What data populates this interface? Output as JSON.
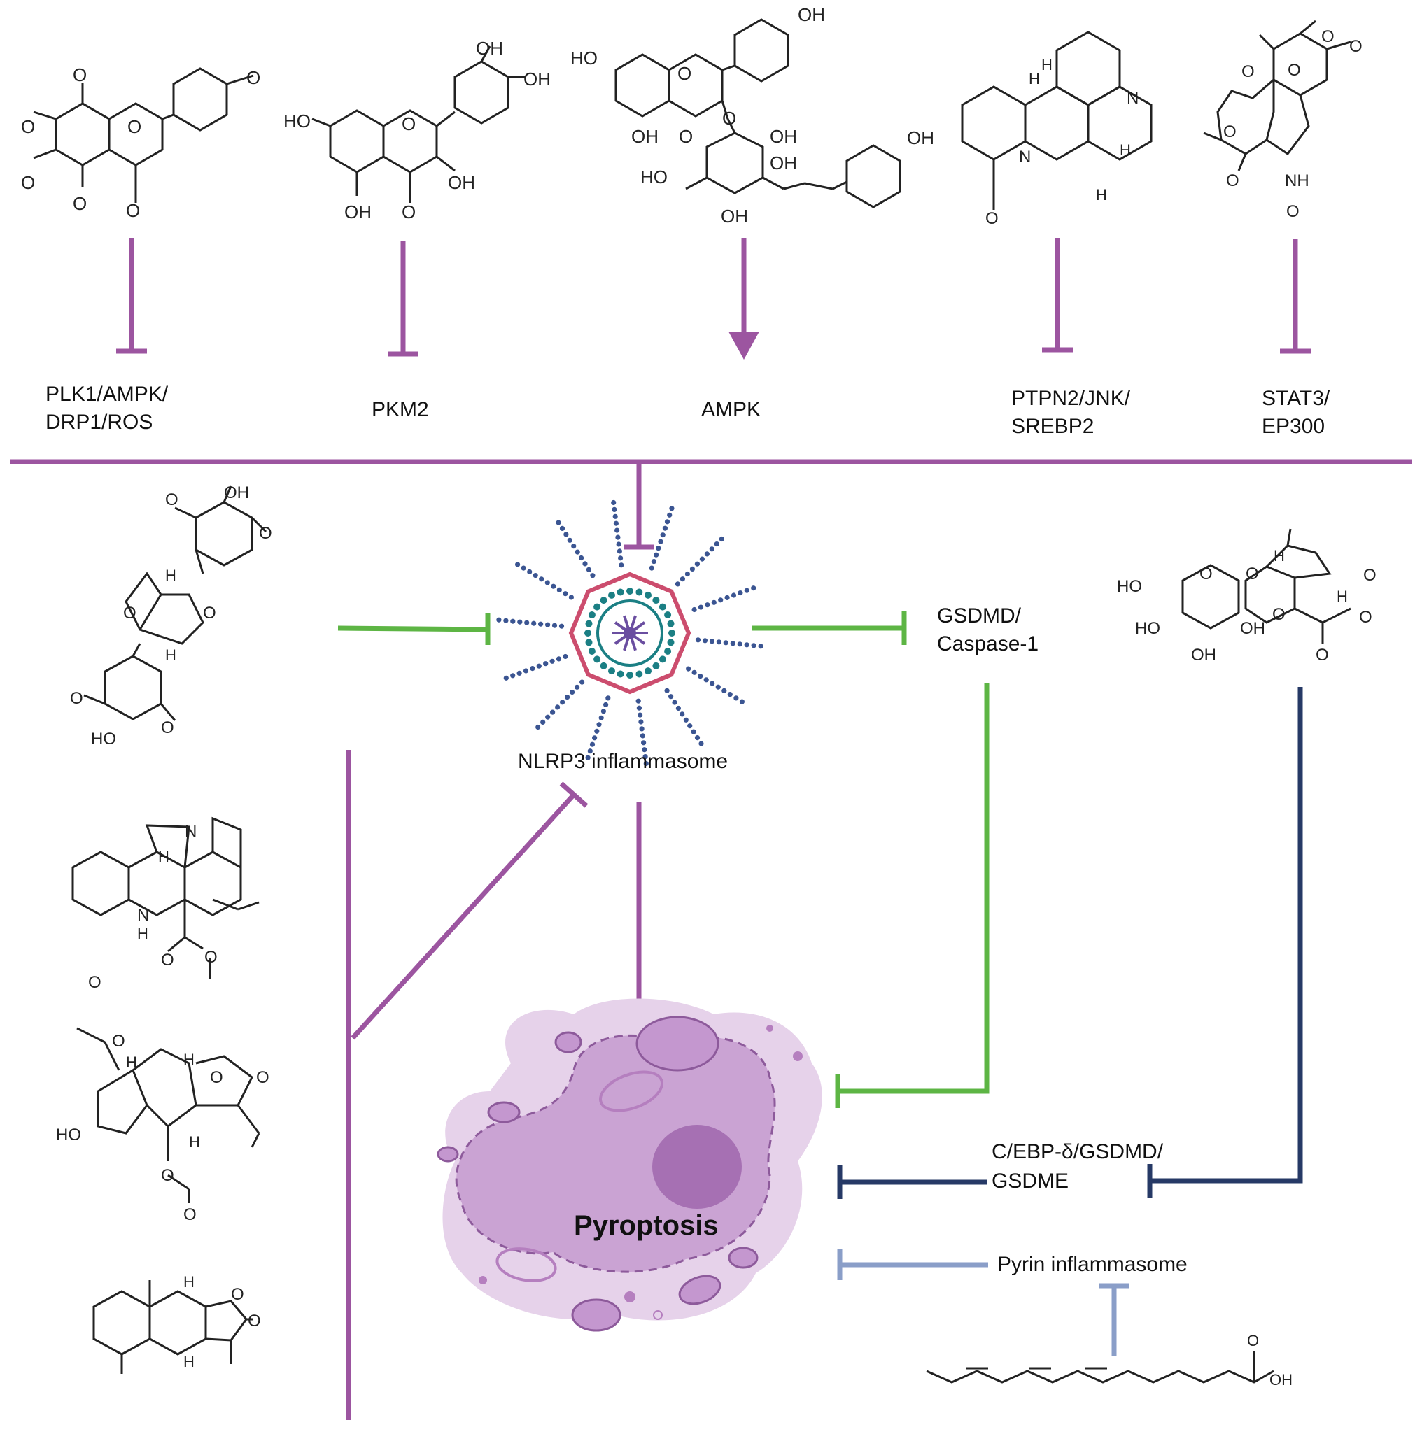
{
  "colors": {
    "purple": "#9c55a0",
    "green": "#5db544",
    "navy": "#263966",
    "lightblue": "#8a9ec8",
    "cell_fill": "#caa3d3",
    "cell_light": "#e6d2ea",
    "organelle": "#b57fbf",
    "inflammasome_outer": "#cc4d6e",
    "inflammasome_spokes": "#3b5592",
    "inflammasome_inner": "#1b7f84",
    "inflammasome_core": "#6a4ea0"
  },
  "top_targets": [
    {
      "line1": "PLK1/AMPK/",
      "line2": "DRP1/ROS",
      "effect": "inhibit"
    },
    {
      "line1": "PKM2",
      "line2": "",
      "effect": "inhibit"
    },
    {
      "line1": "AMPK",
      "line2": "",
      "effect": "activate"
    },
    {
      "line1": "PTPN2/JNK/",
      "line2": "SREBP2",
      "effect": "inhibit"
    },
    {
      "line1": "STAT3/",
      "line2": "EP300",
      "effect": "inhibit"
    }
  ],
  "nodes": {
    "nlrp3": "NLRP3 inflammasome",
    "gsdmd_line1": "GSDMD/",
    "gsdmd_line2": "Caspase-1",
    "cebp_line1": "C/EBP-δ/GSDMD/",
    "cebp_line2": "GSDME",
    "pyrin": "Pyrin inflammasome",
    "pyroptosis": "Pyroptosis"
  },
  "structure_labels": {
    "s1": {
      "ome": "O",
      "o": "O"
    },
    "s2": {
      "ho": "HO",
      "oh": "OH",
      "o": "O"
    },
    "s3": {
      "ho": "HO",
      "oh": "OH",
      "o": "O"
    },
    "s4": {
      "n": "N",
      "h": "H",
      "o": "O"
    },
    "s5": {
      "o": "O",
      "nh": "NH"
    },
    "lignan": {
      "oh": "OH",
      "ho": "HO",
      "h": "H",
      "o": "O"
    },
    "iridoid": {
      "ho": "HO",
      "oh": "OH",
      "h": "H",
      "o": "O"
    },
    "alkaloid": {
      "n": "N",
      "h": "H",
      "nh": "NH",
      "o": "O"
    },
    "lactone": {
      "o": "O",
      "h": "H",
      "ho": "HO"
    },
    "eudesmane": {
      "h": "H",
      "o": "O"
    },
    "fattyacid": {
      "oh": "OH",
      "o": "O"
    }
  }
}
